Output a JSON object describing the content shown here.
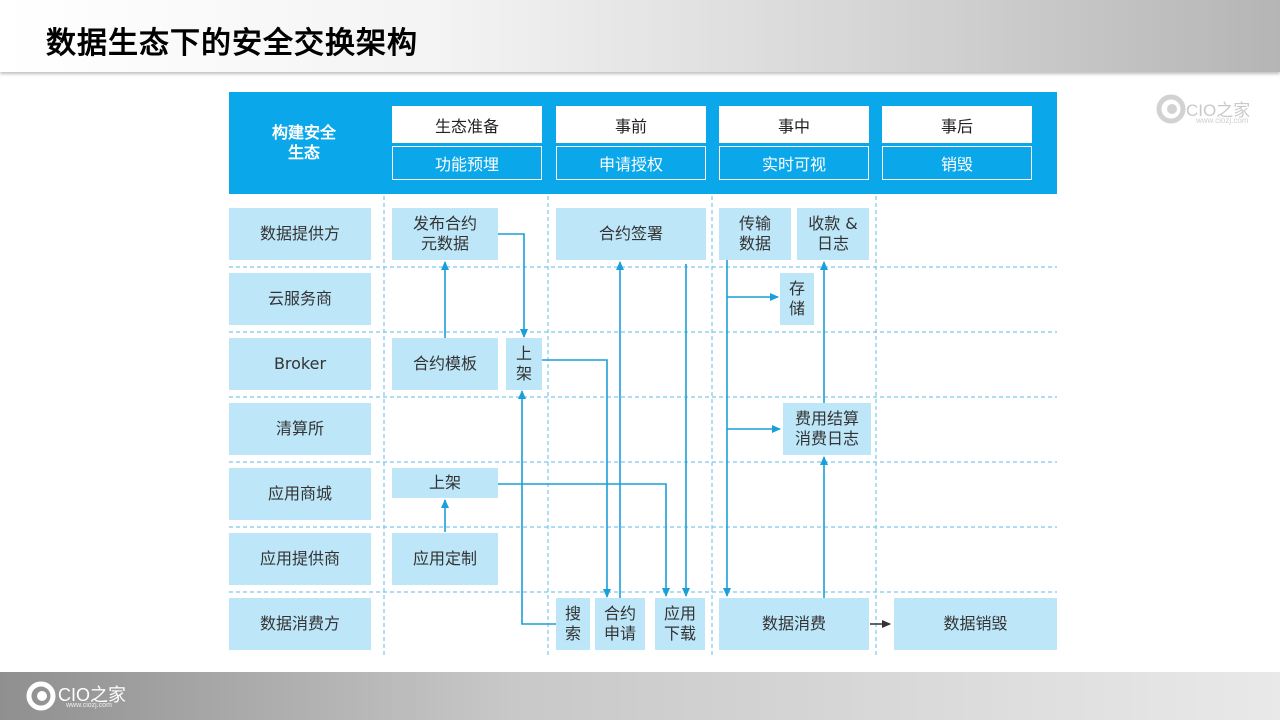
{
  "title": "数据生态下的安全交换架构",
  "watermark": {
    "brand": "CIO之家",
    "url": "www.ciozj.com"
  },
  "footer": {
    "brand": "CIO之家",
    "url": "www.ciozj.com"
  },
  "header": {
    "label": "构建安全\n生态",
    "stages": [
      {
        "top": "生态准备",
        "bottom": "功能预埋"
      },
      {
        "top": "事前",
        "bottom": "申请授权"
      },
      {
        "top": "事中",
        "bottom": "实时可视"
      },
      {
        "top": "事后",
        "bottom": "销毁"
      }
    ]
  },
  "roles": [
    "数据提供方",
    "云服务商",
    "Broker",
    "清算所",
    "应用商城",
    "应用提供商",
    "数据消费方"
  ],
  "boxes": {
    "publish_contract_metadata": "发布合约\n元数据",
    "contract_signing": "合约签署",
    "transmit_data": "传输\n数据",
    "receipt_log": "收款 &\n日志",
    "storage": "存\n储",
    "contract_template": "合约模板",
    "listing_broker": "上\n架",
    "fee_settlement": "费用结算\n消费日志",
    "listing_store": "上架",
    "app_customization": "应用定制",
    "search": "搜\n索",
    "contract_application": "合约\n申请",
    "app_download": "应用\n下载",
    "data_consumption": "数据消费",
    "data_destruction": "数据销毁"
  },
  "colors": {
    "header": "#0aa7ea",
    "box": "#bde6f8",
    "arrow": "#1a9fd9",
    "grid": "#7cc8ec"
  }
}
